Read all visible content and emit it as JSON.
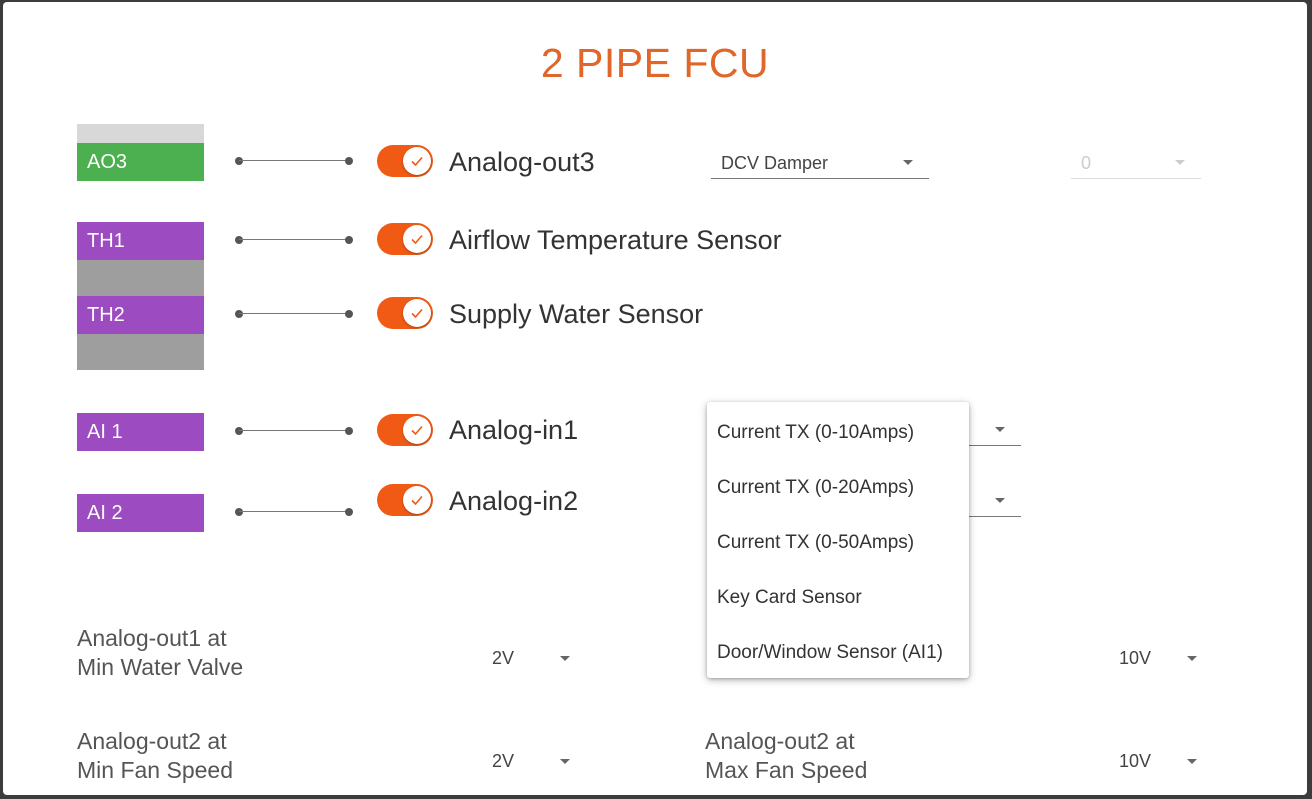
{
  "title": "2 PIPE FCU",
  "colors": {
    "accent": "#f05a14",
    "title": "#e0662a",
    "terminal_green": "#4caf50",
    "terminal_purple": "#9c4bc0"
  },
  "rows": [
    {
      "terminal": "AO3",
      "label": "Analog-out3",
      "enabled": true
    },
    {
      "terminal": "TH1",
      "label": "Airflow Temperature Sensor",
      "enabled": true
    },
    {
      "terminal": "TH2",
      "label": "Supply Water Sensor",
      "enabled": true
    },
    {
      "terminal": "AI 1",
      "label": "Analog-in1",
      "enabled": true
    },
    {
      "terminal": "AI 2",
      "label": "Analog-in2",
      "enabled": true
    }
  ],
  "ao3_select": {
    "value": "DCV Damper"
  },
  "ao3_value_select": {
    "value": "0"
  },
  "dropdown_menu": {
    "items": [
      "Current TX (0-10Amps)",
      "Current TX (0-20Amps)",
      "Current TX (0-50Amps)",
      "Key Card Sensor",
      "Door/Window Sensor (AI1)"
    ]
  },
  "settings": {
    "ao1_min": {
      "label_line1": "Analog-out1 at",
      "label_line2": "Min Water Valve",
      "value": "2V"
    },
    "ao1_max": {
      "value": "10V"
    },
    "ao2_min": {
      "label_line1": "Analog-out2 at",
      "label_line2": "Min Fan Speed",
      "value": "2V"
    },
    "ao2_max": {
      "label_line1": "Analog-out2 at",
      "label_line2": "Max Fan Speed",
      "value": "10V"
    }
  }
}
